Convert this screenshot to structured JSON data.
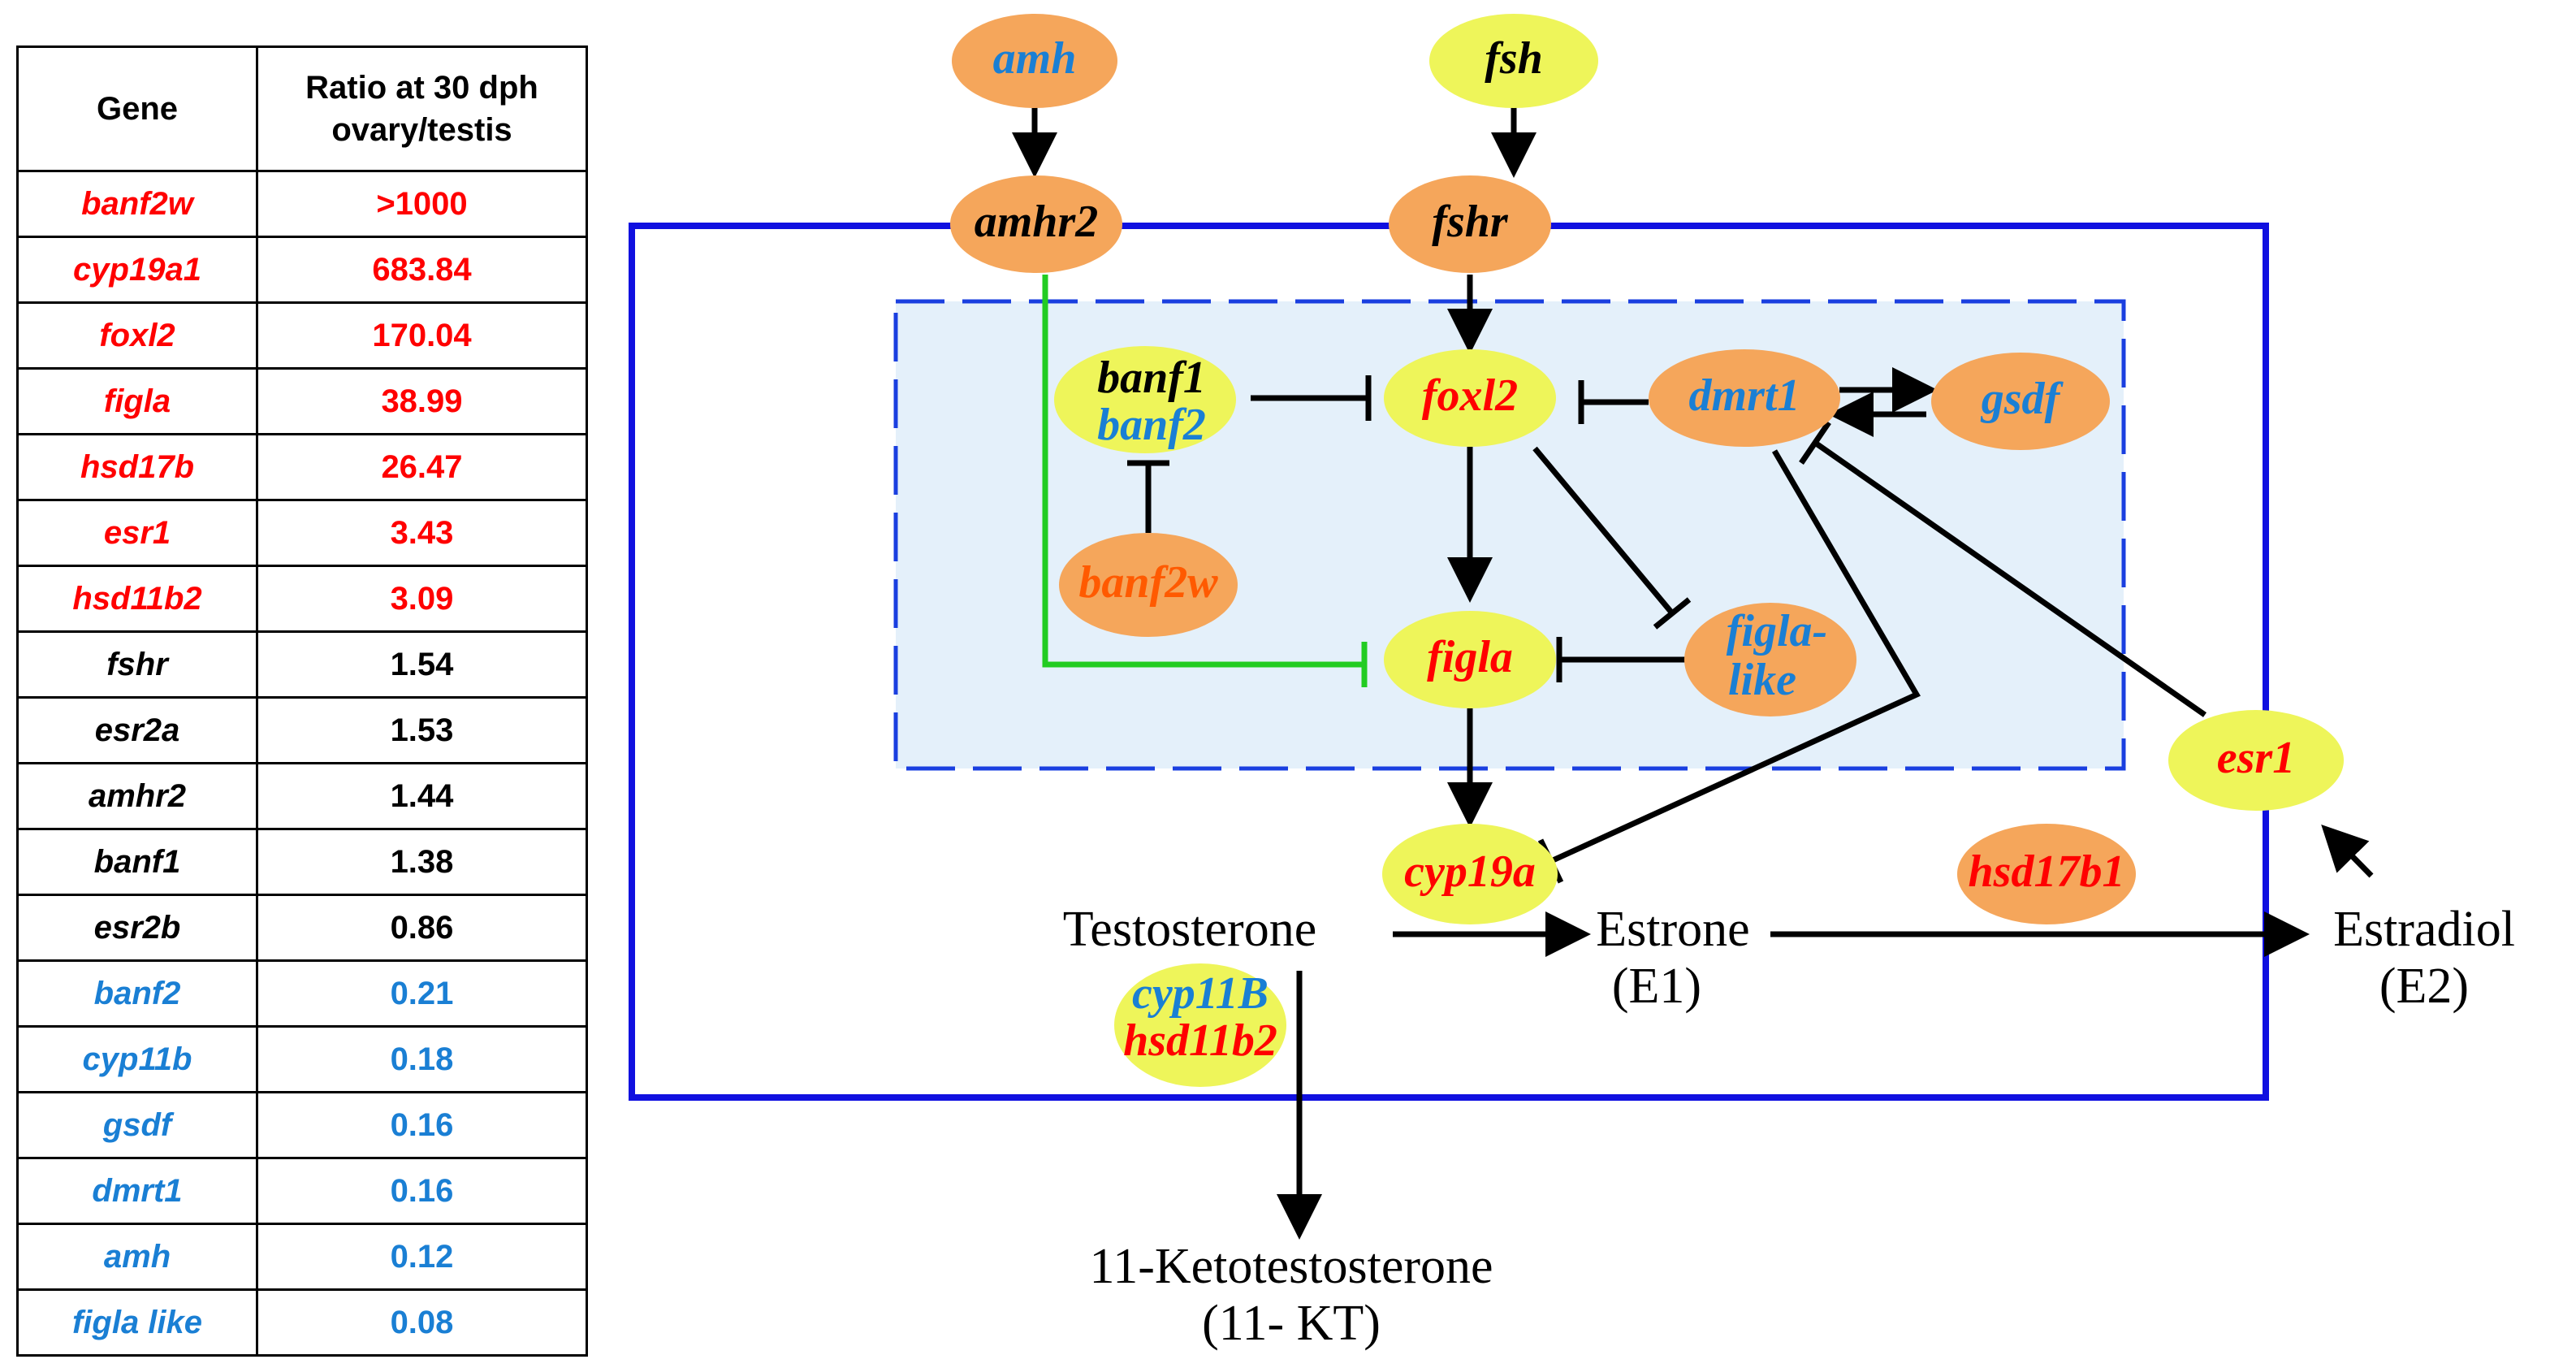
{
  "table": {
    "header_gene": "Gene",
    "header_ratio_line1": "Ratio at 30 dph",
    "header_ratio_line2": "ovary/testis",
    "rows": [
      {
        "gene": "banf2w",
        "ratio": ">1000",
        "color": "#ff0000"
      },
      {
        "gene": "cyp19a1",
        "ratio": "683.84",
        "color": "#ff0000"
      },
      {
        "gene": "foxl2",
        "ratio": "170.04",
        "color": "#ff0000"
      },
      {
        "gene": "figla",
        "ratio": "38.99",
        "color": "#ff0000"
      },
      {
        "gene": "hsd17b",
        "ratio": "26.47",
        "color": "#ff0000"
      },
      {
        "gene": "esr1",
        "ratio": "3.43",
        "color": "#ff0000"
      },
      {
        "gene": "hsd11b2",
        "ratio": "3.09",
        "color": "#ff0000"
      },
      {
        "gene": "fshr",
        "ratio": "1.54",
        "color": "#000000"
      },
      {
        "gene": "esr2a",
        "ratio": "1.53",
        "color": "#000000"
      },
      {
        "gene": "amhr2",
        "ratio": "1.44",
        "color": "#000000"
      },
      {
        "gene": "banf1",
        "ratio": "1.38",
        "color": "#000000"
      },
      {
        "gene": "esr2b",
        "ratio": "0.86",
        "color": "#000000"
      },
      {
        "gene": "banf2",
        "ratio": "0.21",
        "color": "#1a7fd4"
      },
      {
        "gene": "cyp11b",
        "ratio": "0.18",
        "color": "#1a7fd4"
      },
      {
        "gene": "gsdf",
        "ratio": "0.16",
        "color": "#1a7fd4"
      },
      {
        "gene": "dmrt1",
        "ratio": "0.16",
        "color": "#1a7fd4"
      },
      {
        "gene": "amh",
        "ratio": "0.12",
        "color": "#1a7fd4"
      },
      {
        "gene": "figla like",
        "ratio": "0.08",
        "color": "#1a7fd4"
      }
    ]
  },
  "diagram": {
    "nodes": {
      "amh": "amh",
      "fsh": "fsh",
      "amhr2": "amhr2",
      "fshr": "fshr",
      "banf1": "banf1",
      "banf2": "banf2",
      "foxl2": "foxl2",
      "dmrt1": "dmrt1",
      "gsdf": "gsdf",
      "banf2w": "banf2w",
      "figla": "figla",
      "figla_like_1": "figla-",
      "figla_like_2": "like",
      "esr1": "esr1",
      "cyp19a": "cyp19a",
      "hsd17b1": "hsd17b1",
      "cyp11b": "cyp11B",
      "hsd11b2": "hsd11b2"
    },
    "hormones": {
      "testosterone": "Testosterone",
      "estrone": "Estrone",
      "estrone_abbr": "(E1)",
      "estradiol": "Estradiol",
      "estradiol_abbr": "(E2)",
      "ketotestosterone": "11-Ketotestosterone",
      "ketotestosterone_abbr": "(11- KT)"
    },
    "colors": {
      "female": "#ff0000",
      "male": "#1a7fd4",
      "neutral": "#000000",
      "orange_node": "#f5a65b",
      "yellow_node": "#eef55a",
      "cell_border": "#1010e0",
      "nucleus_fill": "#e4f0fa",
      "amh_inhibition": "#22cc22"
    }
  }
}
